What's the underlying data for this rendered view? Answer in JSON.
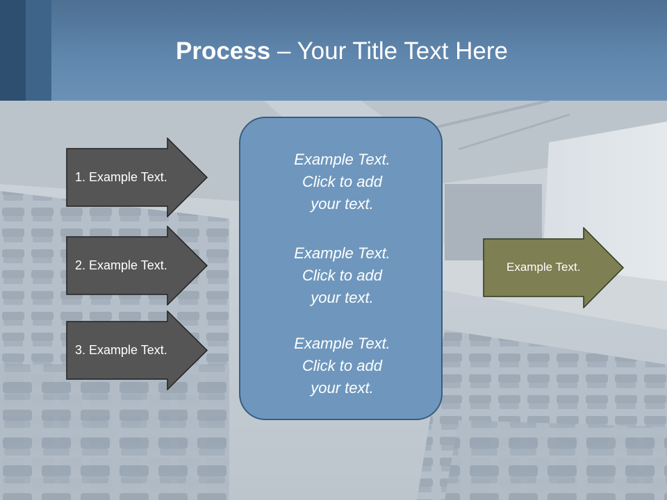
{
  "slide": {
    "title_bold": "Process",
    "title_rest": " – Your Title Text Here"
  },
  "left_arrows": [
    {
      "label": "1. Example Text."
    },
    {
      "label": "2. Example Text."
    },
    {
      "label": "3. Example Text."
    }
  ],
  "center_box": {
    "blocks": [
      {
        "lines": [
          "Example Text.",
          "Click  to add",
          "your text."
        ]
      },
      {
        "lines": [
          "Example Text.",
          "Click  to add",
          "your text."
        ]
      },
      {
        "lines": [
          "Example Text.",
          "Click  to add",
          "your text."
        ]
      }
    ]
  },
  "right_arrow": {
    "label": "Example Text."
  },
  "colors": {
    "header": "#5f86ad",
    "left_arrow_fill": "#555555",
    "center_box_fill": "#6f97bd",
    "right_arrow_fill": "#7e7f52"
  }
}
